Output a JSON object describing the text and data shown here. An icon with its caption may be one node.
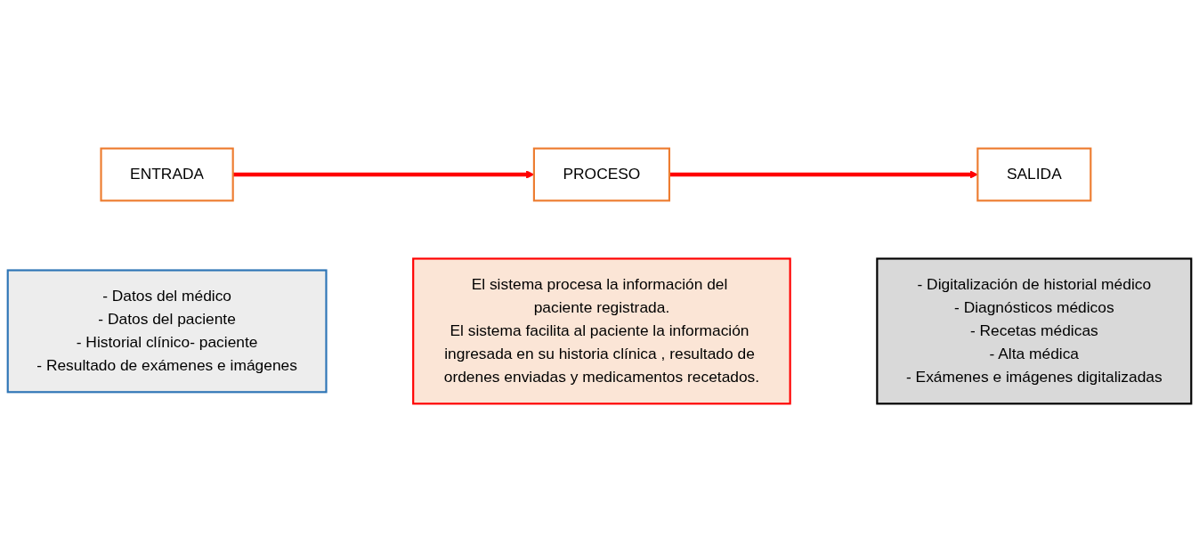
{
  "diagram": {
    "nodes": [
      {
        "text": [
          "ENTRADA"
        ]
      },
      {
        "text": [
          "PROCESO"
        ]
      },
      {
        "text": [
          "SALIDA"
        ]
      },
      {
        "text": [
          "- Datos del médico",
          "- Datos del paciente",
          "- Historial clínico- paciente",
          "- Resultado de exámenes e imágenes"
        ]
      },
      {
        "text": [
          "El sistema procesa la información del paciente registrada.",
          "El sistema facilita al paciente la información ingresada en su historia clínica , resultado de ordenes enviadas y medicamentos recetados."
        ]
      },
      {
        "text": [
          "- Digitalización de historial médico",
          "- Diagnósticos médicos",
          "- Recetas médicas",
          "- Alta médica",
          "- Exámenes e imágenes digitalizadas"
        ]
      }
    ],
    "edges": [
      {
        "from": 0,
        "to": 1,
        "arrow": "to",
        "color": "#ff0000"
      },
      {
        "from": 1,
        "to": 2,
        "arrow": "to",
        "color": "#ff0000"
      }
    ]
  }
}
